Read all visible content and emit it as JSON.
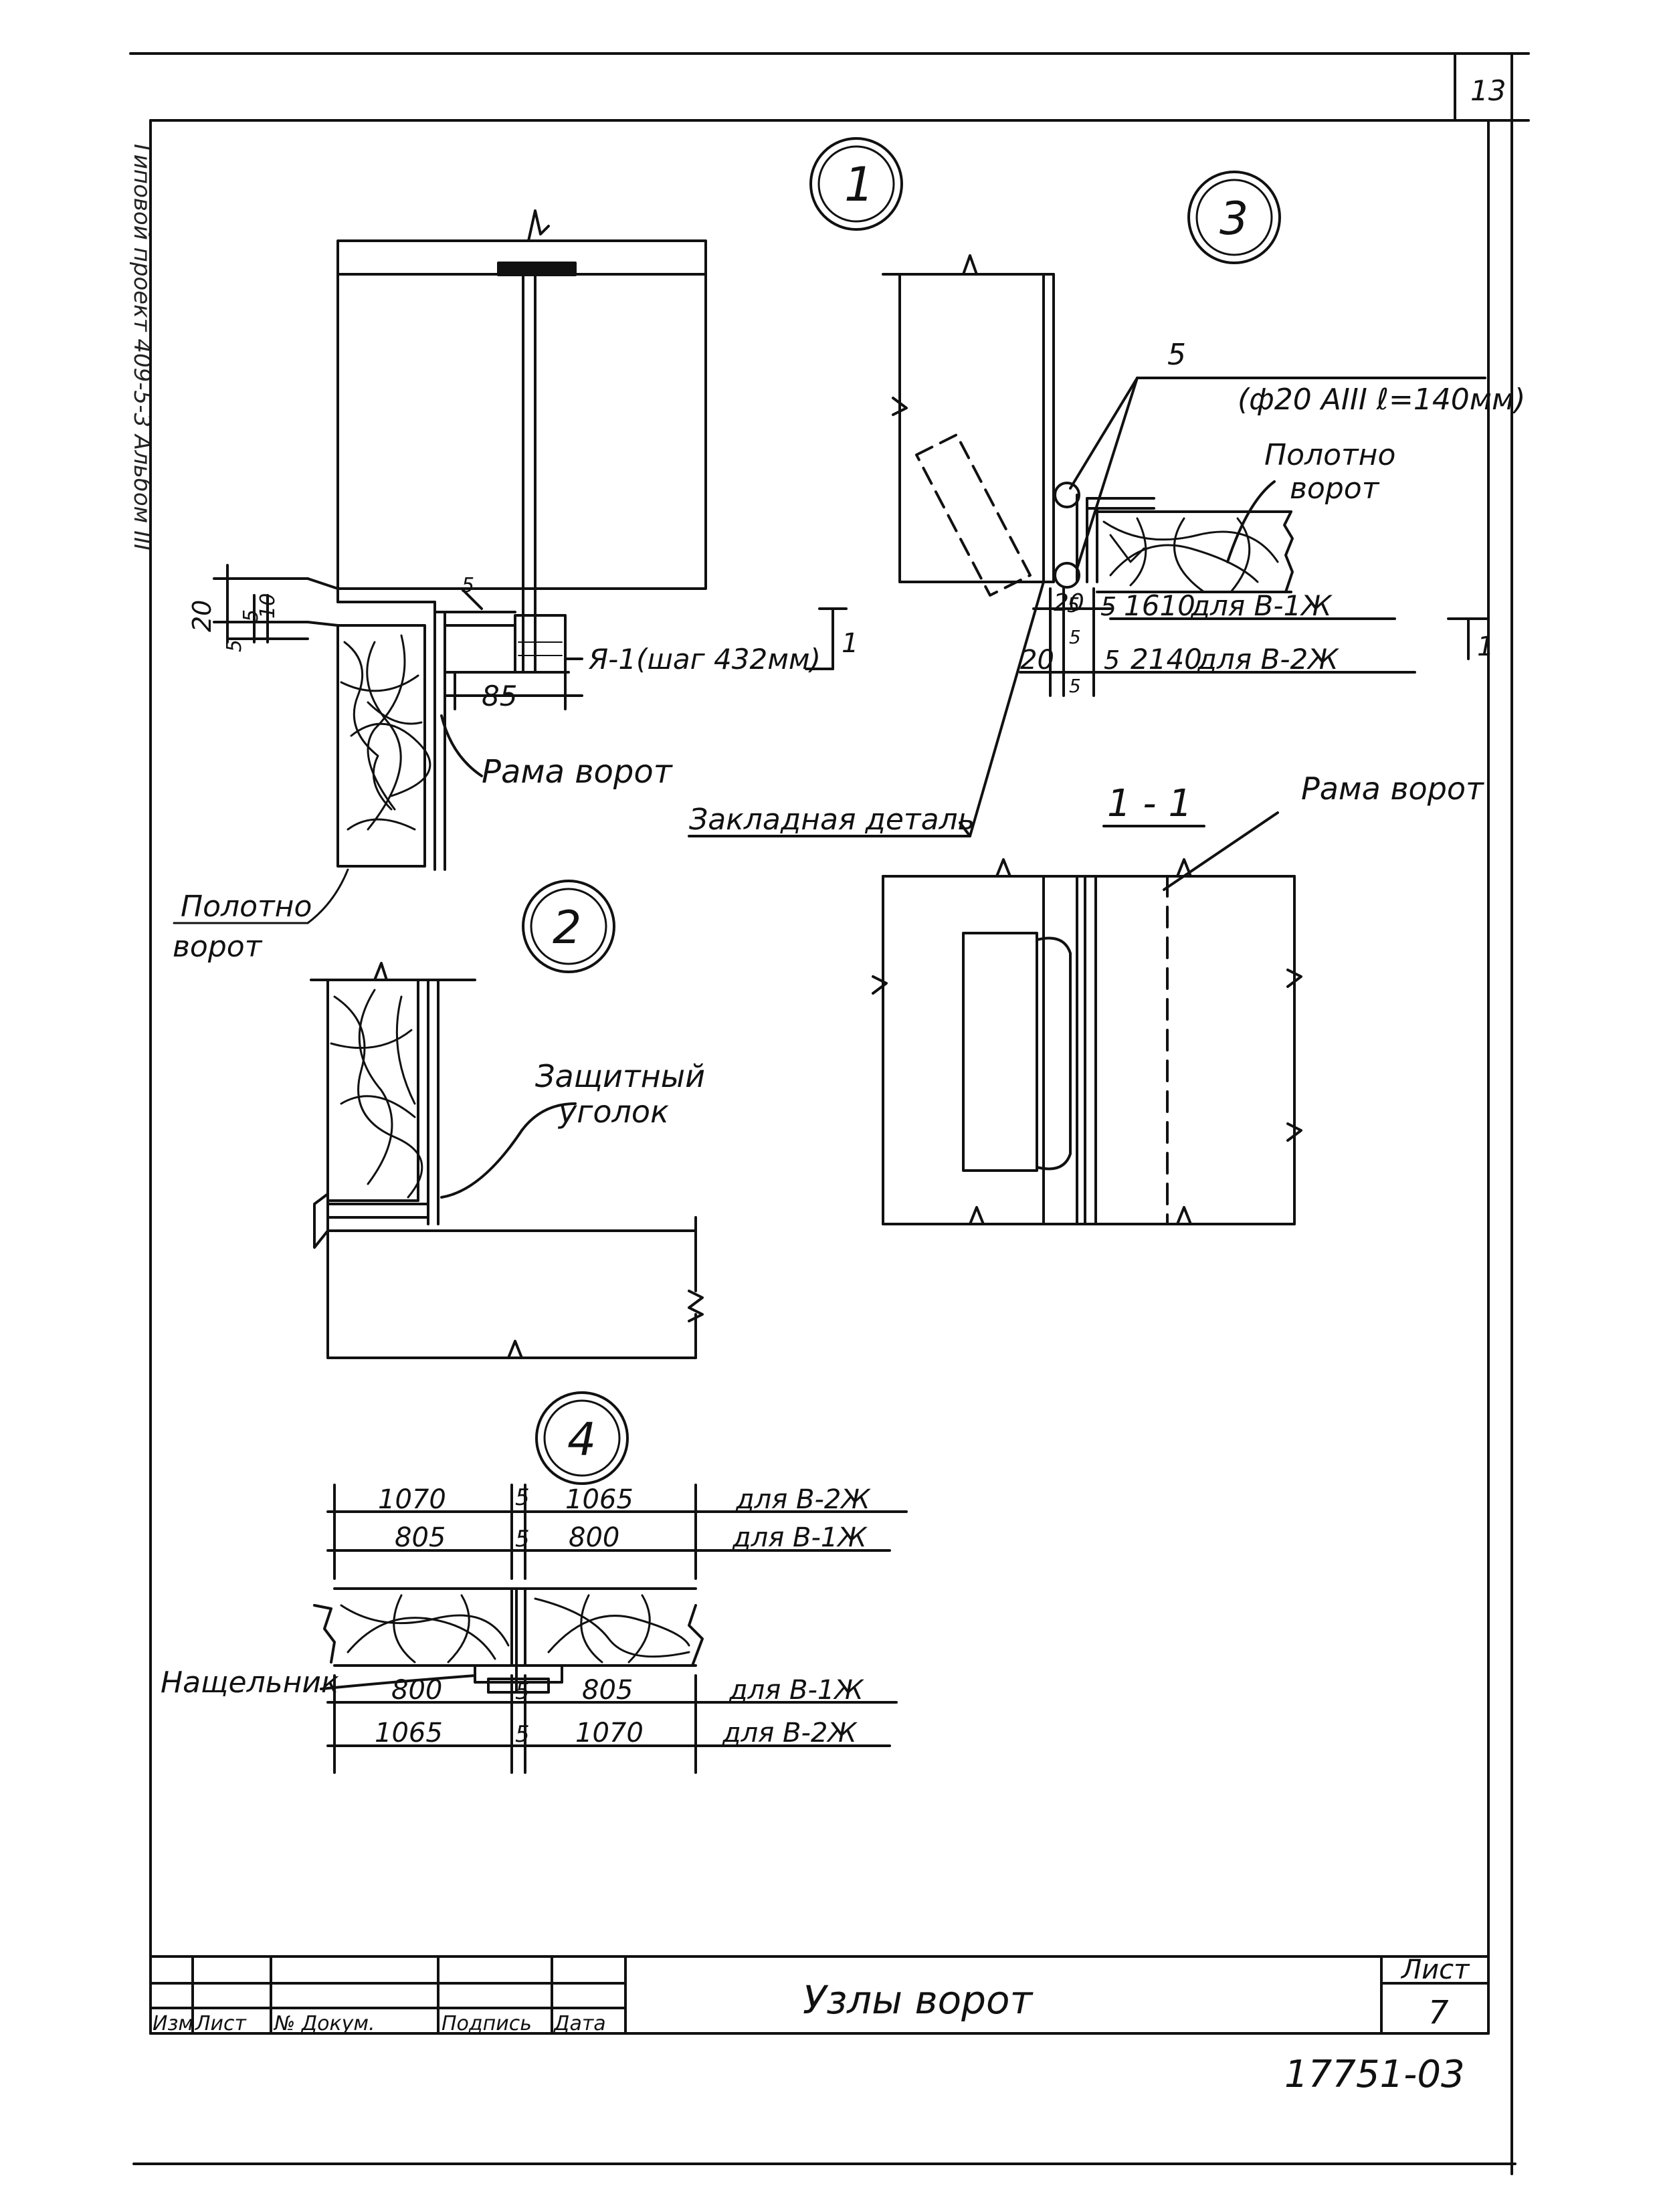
{
  "margin_text": "Типовой проект 409-5-3 Альбом III",
  "page_corner": "13",
  "nodes": {
    "n1": "1",
    "n2": "2",
    "n3": "3",
    "n4": "4"
  },
  "node1": {
    "dim_20": "20",
    "dim_5": "5",
    "dim_5b": "5",
    "dim_10": "10",
    "dim_5c": "5",
    "anchor": "Я-1(шаг 432мм)",
    "dim_85": "85",
    "cut_mark": "1",
    "frame": "Рама ворот"
  },
  "leaf_label": [
    "Полотно",
    "ворот"
  ],
  "node2": {
    "corner": [
      "Защитный",
      "уголок"
    ]
  },
  "node3": {
    "num5": "5",
    "rod": "(ф20 AIII ℓ=140мм)",
    "leaf": [
      "Полотно",
      "ворот"
    ],
    "r1_a": "20",
    "r1_b": "5",
    "r1_c": "1610",
    "r1_d": "для В-1Ж",
    "r2_a": "20",
    "r2_b": "5",
    "r2_c": "2140",
    "r2_d": "для В-2Ж",
    "r2_s1": "5",
    "r2_s2": "5",
    "cut_mark": "1"
  },
  "embedded": "Закладная деталь",
  "section": {
    "title": "1 - 1",
    "frame": "Рама ворот"
  },
  "node4": {
    "top1": [
      "1070",
      "5",
      "1065",
      "для В-2Ж"
    ],
    "top2": [
      "805",
      "5",
      "800",
      "для В-1Ж"
    ],
    "bot1": [
      "800",
      "5",
      "805",
      "для В-1Ж"
    ],
    "bot2": [
      "1065",
      "5",
      "1070",
      "для В-2Ж"
    ],
    "batten": "Нащельник"
  },
  "title_block": {
    "headers": [
      "Изм",
      "Лист",
      "№ Докум.",
      "Подпись",
      "Дата"
    ],
    "title": "Узлы ворот",
    "sheet_label": "Лист",
    "sheet_no": "7"
  },
  "doc_number": "17751-03"
}
